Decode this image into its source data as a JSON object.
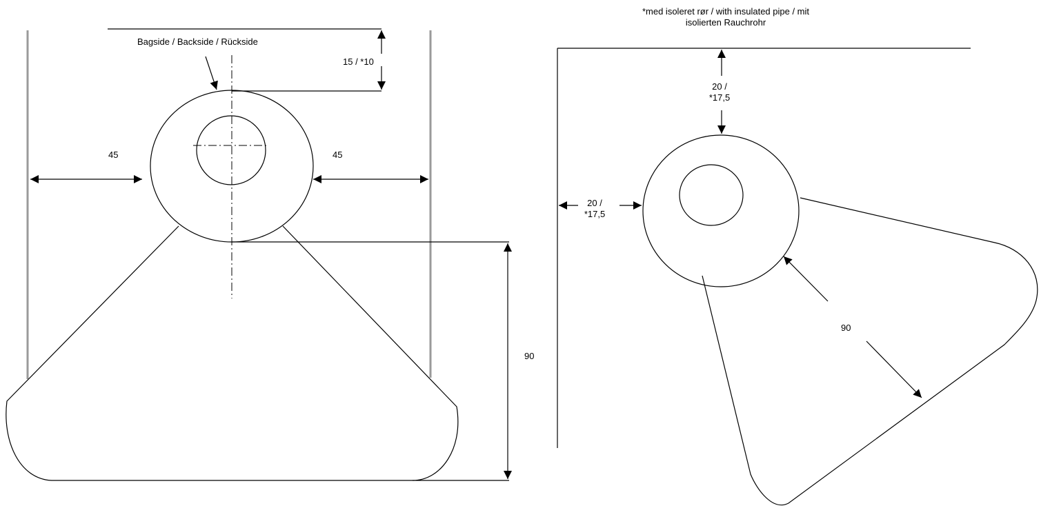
{
  "left_view": {
    "backside_label": "Bagside / Backside / Rückside",
    "top_clearance": "15 / *10",
    "left_side": "45",
    "right_side": "45",
    "front": "90"
  },
  "right_view": {
    "note_line1": "*med isoleret rør / with insulated pipe / mit",
    "note_line2": "isolierten Rauchrohr",
    "top_line1": "20 /",
    "top_line2": "*17,5",
    "side_line1": "20 /",
    "side_line2": "*17,5",
    "front": "90"
  }
}
